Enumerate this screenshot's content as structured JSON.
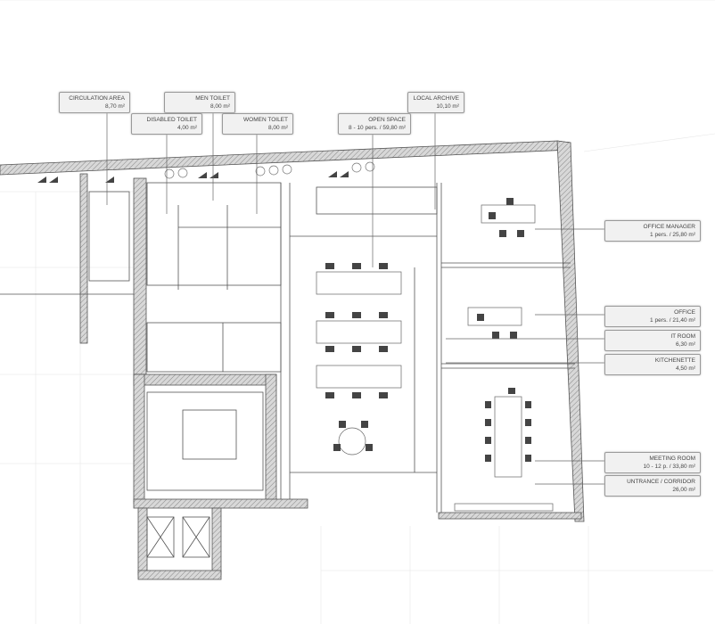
{
  "labels": {
    "circulation_area": {
      "name": "CIRCULATION AREA",
      "detail": "8,70 m²"
    },
    "men_toilet": {
      "name": "MEN TOILET",
      "detail": "8,00 m²"
    },
    "disabled_toilet": {
      "name": "DISABLED TOILET",
      "detail": "4,00 m²"
    },
    "women_toilet": {
      "name": "WOMEN TOILET",
      "detail": "8,00 m²"
    },
    "open_space": {
      "name": "OPEN SPACE",
      "detail": "8 - 10 pers. / 59,80 m²"
    },
    "local_archive": {
      "name": "LOCAL ARCHIVE",
      "detail": "10,10 m²"
    },
    "office_manager": {
      "name": "OFFICE MANAGER",
      "detail": "1 pers. / 25,80 m²"
    },
    "office": {
      "name": "OFFICE",
      "detail": "1 pers. / 21,40 m²"
    },
    "it_room": {
      "name": "IT ROOM",
      "detail": "6,30 m²"
    },
    "kitchenette": {
      "name": "KITCHENETTE",
      "detail": "4,50 m²"
    },
    "meeting_room": {
      "name": "MEETING ROOM",
      "detail": "10 - 12 p. / 33,80 m²"
    },
    "entrance": {
      "name": "UNTRANCE / CORRIDOR",
      "detail": "26,00 m²"
    }
  },
  "colors": {
    "wall": "#8a8a8a",
    "line": "#555555",
    "label_bg": "#f1f1f1"
  }
}
